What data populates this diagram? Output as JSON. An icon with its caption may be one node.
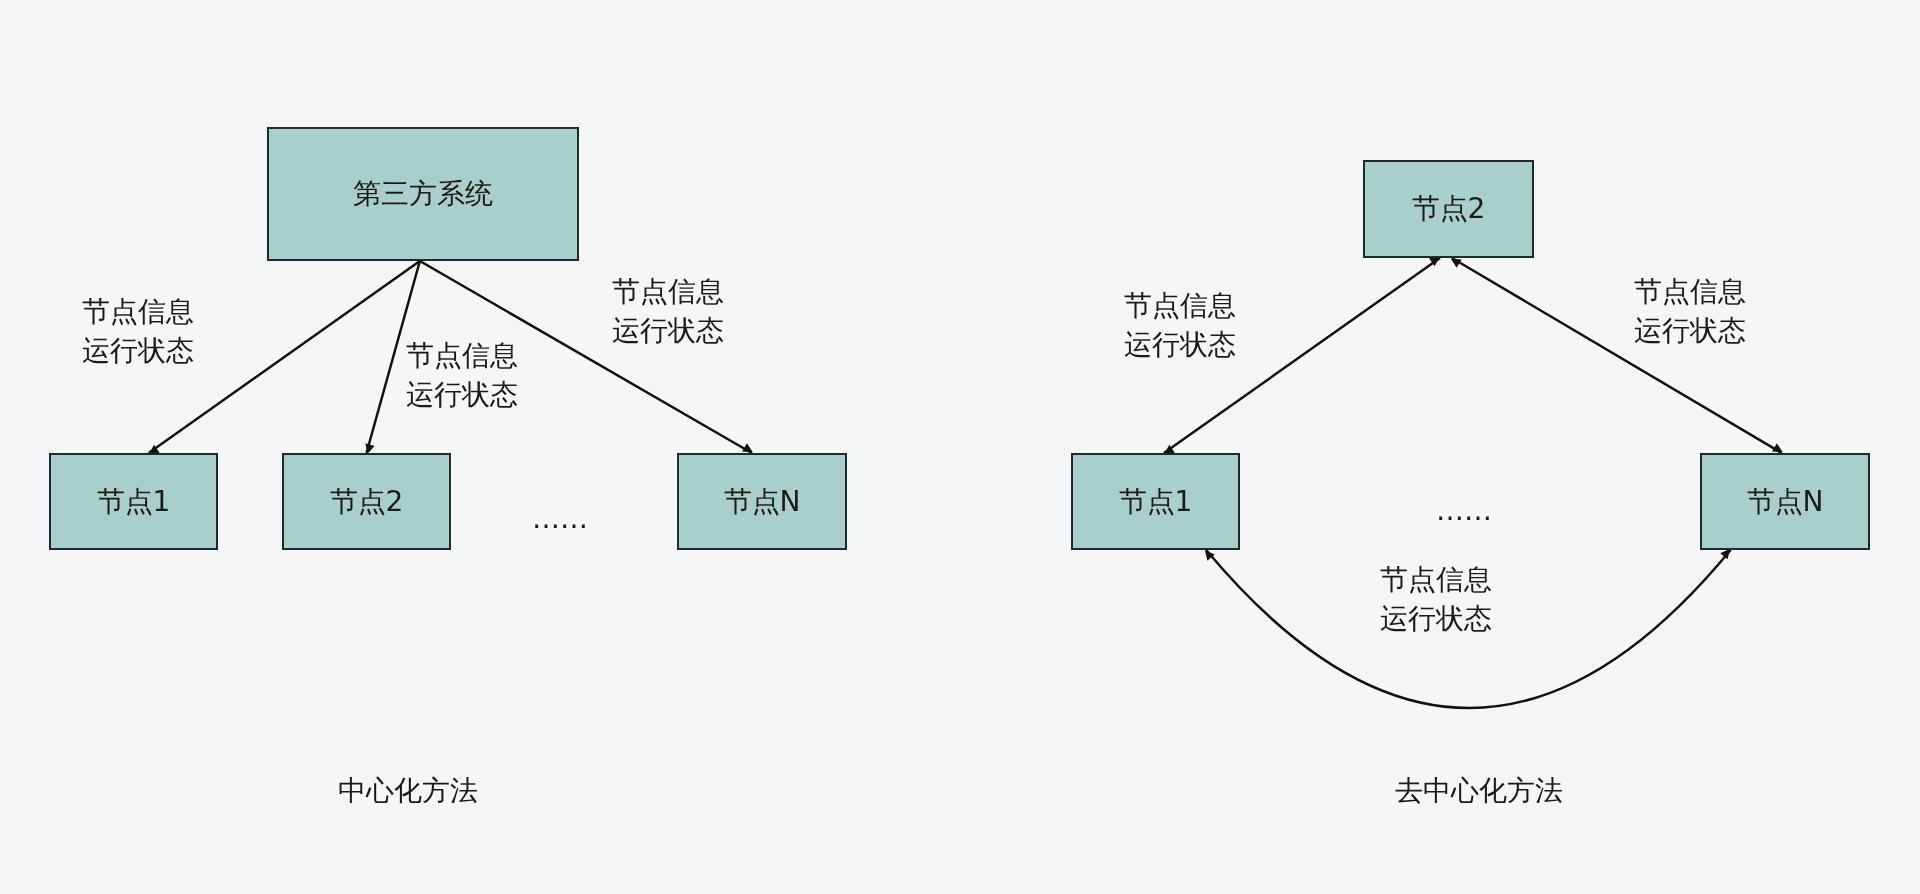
{
  "diagram": {
    "nodes": [
      {
        "text": [
          "第三方系统"
        ]
      },
      {
        "text": [
          "节点1"
        ]
      },
      {
        "text": [
          "节点2"
        ]
      },
      {
        "text": [
          "节点N"
        ]
      },
      {
        "text": [
          "节点1"
        ]
      },
      {
        "text": [
          "节点2"
        ]
      },
      {
        "text": [
          "节点N"
        ]
      }
    ],
    "edges": [
      {
        "from": 0,
        "to": 1,
        "arrow": "to",
        "label": "节点信息运行状态"
      },
      {
        "from": 0,
        "to": 2,
        "arrow": "to",
        "label": "节点信息运行状态"
      },
      {
        "from": 0,
        "to": 3,
        "arrow": "to",
        "label": "节点信息运行状态"
      },
      {
        "from": 5,
        "to": 4,
        "arrow": "both",
        "label": "节点信息运行状态"
      },
      {
        "from": 5,
        "to": 6,
        "arrow": "both",
        "label": "节点信息运行状态"
      },
      {
        "from": 4,
        "to": 6,
        "arrow": "both",
        "label": "节点信息运行状态"
      }
    ],
    "labels": [
      "……",
      "……",
      "中心化方法",
      "去中心化方法"
    ]
  }
}
